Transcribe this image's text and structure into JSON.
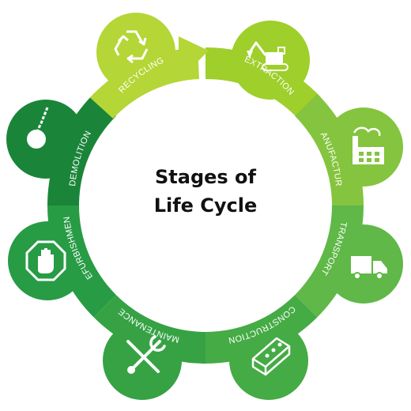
{
  "title": {
    "line1": "Stages of",
    "line2": "Life Cycle"
  },
  "stages": [
    {
      "label": "EXTRACTION",
      "icon": "excavator-icon",
      "color": "#9fcf2a"
    },
    {
      "label": "MANUFACTURE",
      "icon": "factory-icon",
      "color": "#84c43e"
    },
    {
      "label": "TRANSPORT",
      "icon": "truck-icon",
      "color": "#5fb847"
    },
    {
      "label": "CONSTRUCTION",
      "icon": "brick-icon",
      "color": "#45ab45"
    },
    {
      "label": "MAINTENANCE",
      "icon": "tools-icon",
      "color": "#36a244"
    },
    {
      "label": "REFURBISHMENT",
      "icon": "stop-hand-icon",
      "color": "#289b45"
    },
    {
      "label": "DEMOLITION",
      "icon": "wrecking-ball-icon",
      "color": "#1a8539"
    },
    {
      "label": "RECYCLING",
      "icon": "recycle-icon",
      "color": "#b4d636"
    }
  ]
}
